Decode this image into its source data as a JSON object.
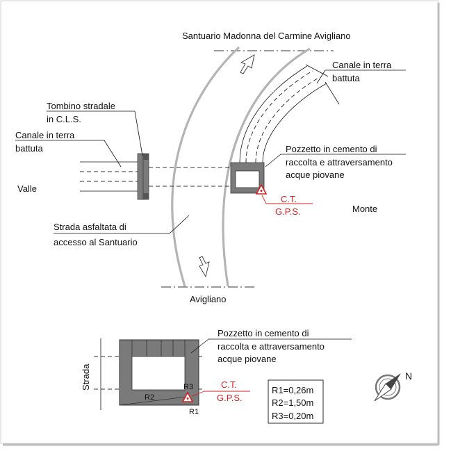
{
  "plan": {
    "top_label": "Santuario Madonna del Carmine Avigliano",
    "canale_top": [
      "Canale in terra",
      "battuta"
    ],
    "tombino": [
      "Tombino stradale",
      "in C.L.S."
    ],
    "canale_left": [
      "Canale in terra",
      "battuta"
    ],
    "pozzetto": [
      "Pozzetto in cemento di",
      "raccolta e attraversamento",
      "acque piovane"
    ],
    "valle": "Valle",
    "monte": "Monte",
    "ct": "C.T.",
    "gps": "G.P.S.",
    "strada": [
      "Strada asfaltata di",
      "accesso al Santuario"
    ],
    "bottom_label": "Avigliano"
  },
  "detail": {
    "pozzetto": [
      "Pozzetto in cemento di",
      "raccolta e attraversamento",
      "acque piovane"
    ],
    "strada": "Strada",
    "r3": "R3",
    "r2": "R2",
    "r1": "R1",
    "ct": "C.T.",
    "gps": "G.P.S.",
    "legend": [
      "R1=0,26m",
      "R2=1,50m",
      "R3=0,20m"
    ],
    "north": "N"
  },
  "colors": {
    "accent": "#d42020",
    "road": "#b4b4b4",
    "wall": "#7a7a7a"
  }
}
